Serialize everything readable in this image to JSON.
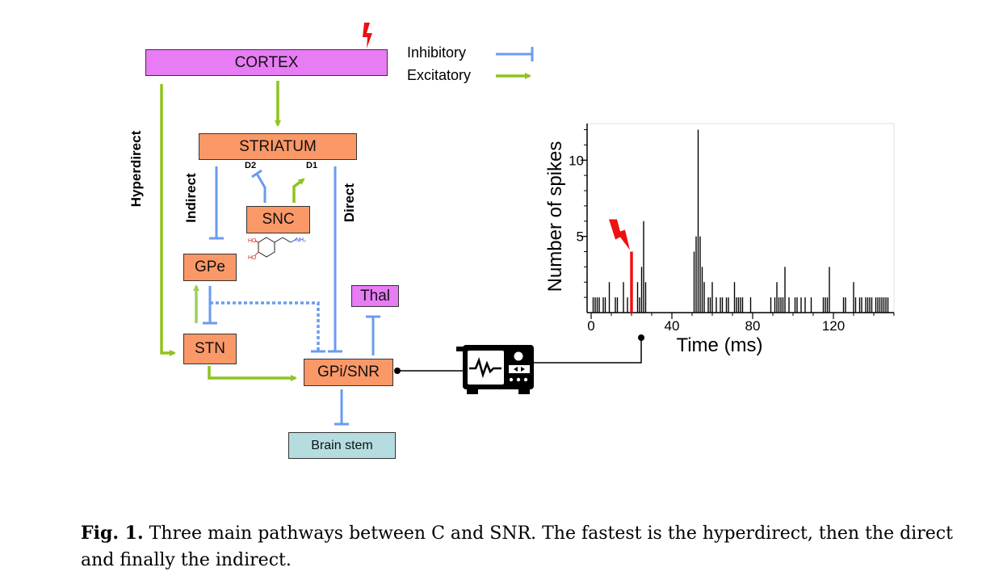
{
  "diagram": {
    "nodes": {
      "cortex": "CORTEX",
      "striatum": "STRIATUM",
      "snc": "SNC",
      "gpe": "GPe",
      "stn": "STN",
      "gpi_snr": "GPi/SNR",
      "thal": "Thal",
      "brain_stem": "Brain stem"
    },
    "pathways": {
      "hyperdirect": "Hyperdirect",
      "indirect": "Indirect",
      "direct": "Direct"
    },
    "receptors": {
      "d1": "D1",
      "d2": "D2"
    },
    "legend": {
      "inhibitory": "Inhibitory",
      "excitatory": "Excitatory"
    },
    "colors": {
      "inhibitory": "#6a9bf0",
      "excitatory": "#8fc31f",
      "excitatory_light": "#9bd05a",
      "nucleus": "#fb9868",
      "cortex": "#e77cf5",
      "brain_stem": "#b5dde0",
      "stimulus": "#ee1111"
    },
    "icons": [
      "lightning-bolt-icon",
      "oscilloscope-icon",
      "dopamine-molecule-icon"
    ]
  },
  "chart_data": {
    "type": "bar",
    "xlabel": "Time (ms)",
    "ylabel": "Number of spikes",
    "xlim": [
      -2,
      150
    ],
    "ylim": [
      0,
      12.4
    ],
    "xticks": [
      0,
      40,
      80,
      120
    ],
    "yticks": [
      5,
      10
    ],
    "stimulus_time": 20,
    "stimulus_value": 4,
    "x": [
      1,
      2,
      3,
      4,
      6,
      7,
      9,
      12,
      13,
      16,
      18,
      20,
      23,
      24,
      25,
      26,
      27,
      51,
      52,
      53,
      54,
      55,
      56,
      58,
      59,
      60,
      62,
      64,
      65,
      67,
      68,
      71,
      72,
      73,
      74,
      75,
      79,
      89,
      91,
      92,
      93,
      94,
      95,
      96,
      98,
      101,
      102,
      104,
      106,
      109,
      115,
      116,
      117,
      118,
      125,
      126,
      130,
      131,
      133,
      134,
      136,
      137,
      138,
      139,
      141,
      142,
      143,
      144,
      145,
      146,
      147
    ],
    "values": [
      1,
      1,
      1,
      1,
      1,
      1,
      2,
      1,
      1,
      2,
      1,
      1,
      2,
      1,
      3,
      6,
      2,
      4,
      5,
      12,
      5,
      3,
      2,
      1,
      1,
      2,
      1,
      1,
      1,
      1,
      1,
      2,
      1,
      1,
      1,
      1,
      1,
      1,
      1,
      2,
      1,
      1,
      1,
      3,
      1,
      1,
      1,
      1,
      1,
      1,
      1,
      1,
      1,
      3,
      1,
      1,
      2,
      1,
      1,
      1,
      1,
      1,
      1,
      1,
      1,
      1,
      1,
      1,
      1,
      1,
      1
    ]
  },
  "caption": {
    "label": "Fig. 1.",
    "text": "Three main pathways between C and SNR. The fastest is the hyperdirect, then the direct and finally the indirect."
  }
}
